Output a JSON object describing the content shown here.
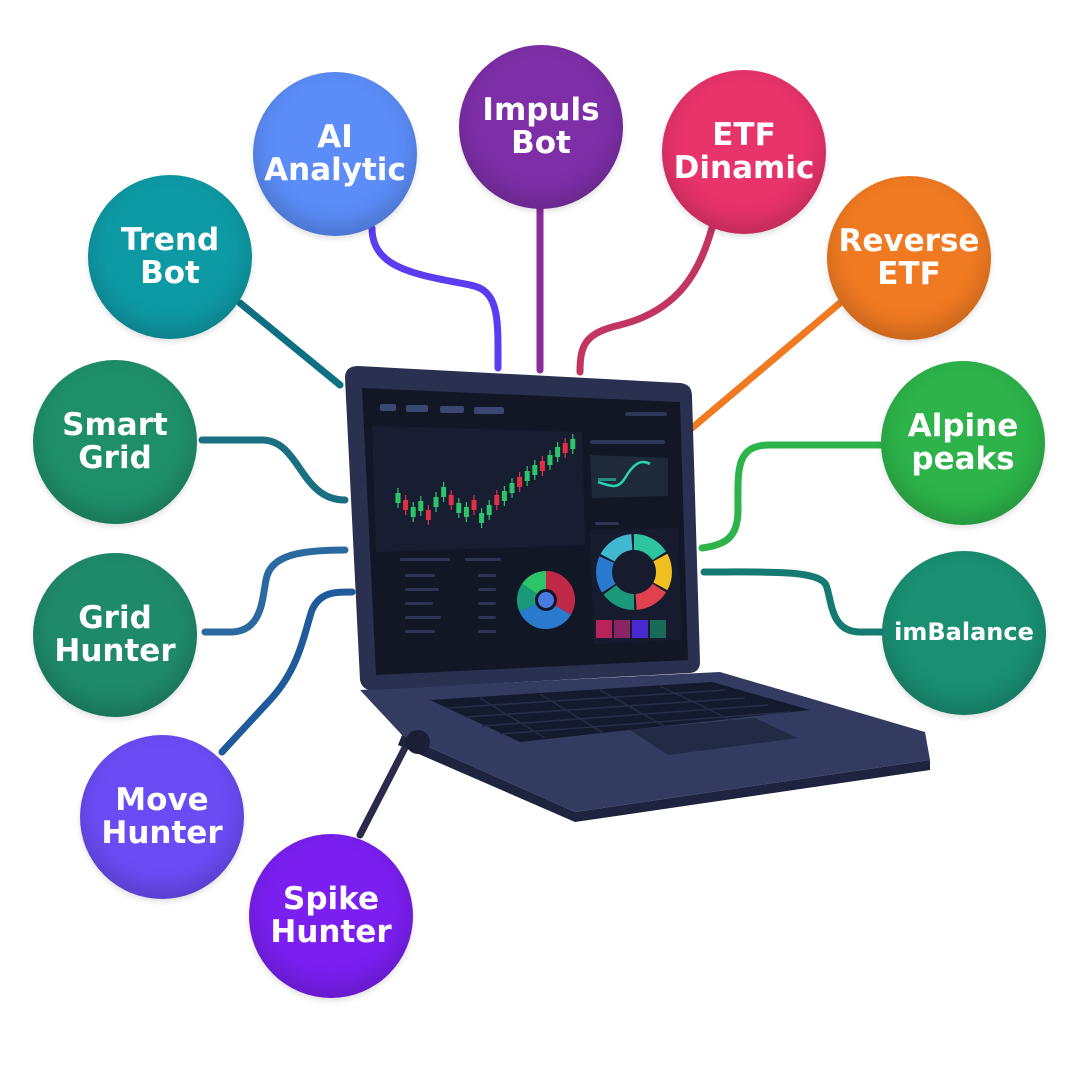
{
  "nodes": [
    {
      "id": "ai-analytic",
      "label": "AI\nAnalytic",
      "color": "#5b8cf7"
    },
    {
      "id": "impuls-bot",
      "label": "Impuls\nBot",
      "color": "#7e2fa8"
    },
    {
      "id": "etf-dinamic",
      "label": "ETF\nDinamic",
      "color": "#e8336b"
    },
    {
      "id": "reverse-etf",
      "label": "Reverse\nETF",
      "color": "#f07a22"
    },
    {
      "id": "trend-bot",
      "label": "Trend\nBot",
      "color": "#0e9aa5"
    },
    {
      "id": "smart-grid",
      "label": "Smart\nGrid",
      "color": "#1f8f6a"
    },
    {
      "id": "alpine-peaks",
      "label": "Alpine\npeaks",
      "color": "#2db34a"
    },
    {
      "id": "grid-hunter",
      "label": "Grid\nHunter",
      "color": "#1f8a6a"
    },
    {
      "id": "imbalance",
      "label": "imBalance",
      "color": "#1a8f72"
    },
    {
      "id": "move-hunter",
      "label": "Move\nHunter",
      "color": "#6a4cf5"
    },
    {
      "id": "spike-hunter",
      "label": "Spike\nHunter",
      "color": "#7a1ff0"
    }
  ]
}
